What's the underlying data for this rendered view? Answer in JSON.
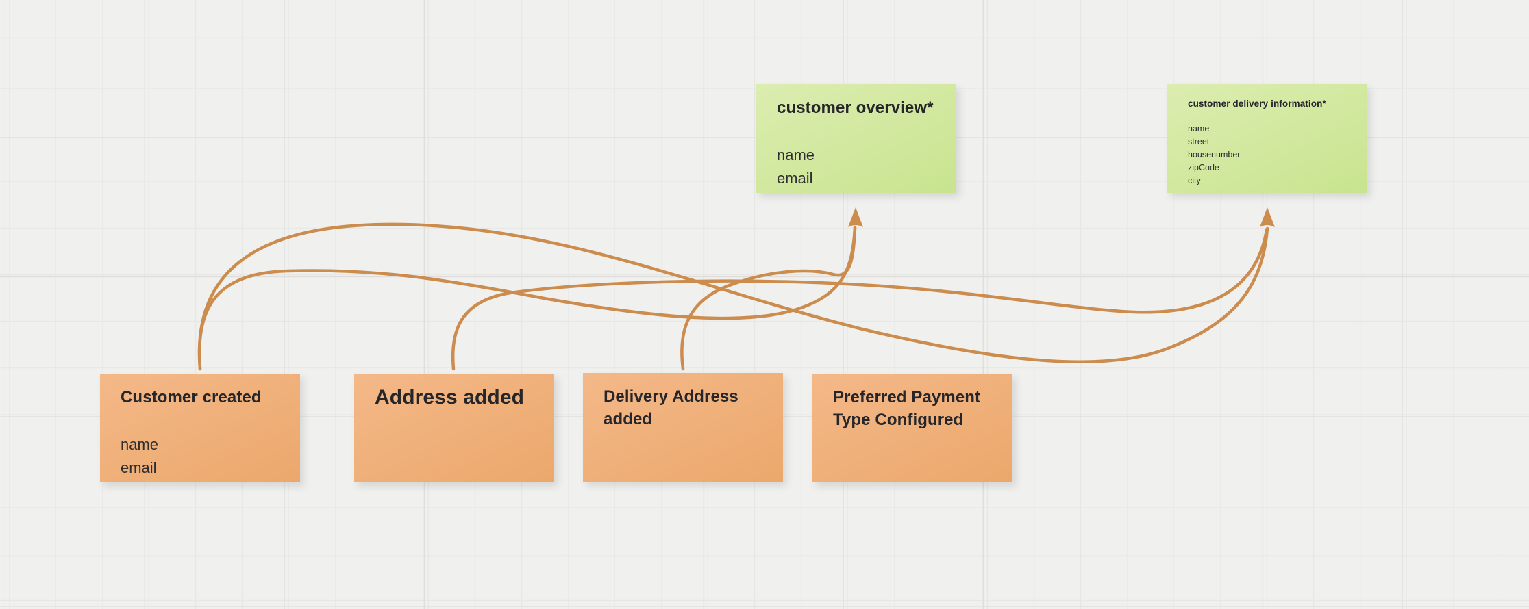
{
  "board": {
    "background_color": "#f0f0ee",
    "grid_minor_color": "#e7e7e5",
    "grid_major_color": "#dedddb"
  },
  "colors": {
    "connector": "#cc8c4e",
    "sticky_green_top": "#dcedb0",
    "sticky_green_bottom": "#c8e48f",
    "sticky_orange_top": "#f4b888",
    "sticky_orange_bottom": "#eba86c",
    "text": "#26262a"
  },
  "notes": {
    "customer_overview": {
      "title": "customer overview*",
      "fields": [
        "name",
        "email"
      ],
      "color": "green"
    },
    "customer_delivery_information": {
      "title": "customer delivery information*",
      "fields": [
        "name",
        "street",
        "housenumber",
        "zipCode",
        "city"
      ],
      "color": "green"
    },
    "customer_created": {
      "title": "Customer created",
      "fields": [
        "name",
        "email"
      ],
      "color": "orange"
    },
    "address_added": {
      "title": "Address added",
      "fields": [],
      "color": "orange"
    },
    "delivery_address_added": {
      "title": "Delivery Address added",
      "fields": [],
      "color": "orange"
    },
    "preferred_payment_type_configured": {
      "title": "Preferred Payment Type Configured",
      "fields": [],
      "color": "orange"
    }
  },
  "connectors": [
    {
      "from": "customer_created",
      "to": "customer_overview"
    },
    {
      "from": "customer_created",
      "to": "customer_delivery_information"
    },
    {
      "from": "address_added",
      "to": "customer_delivery_information"
    },
    {
      "from": "delivery_address_added",
      "to": "customer_overview"
    }
  ]
}
